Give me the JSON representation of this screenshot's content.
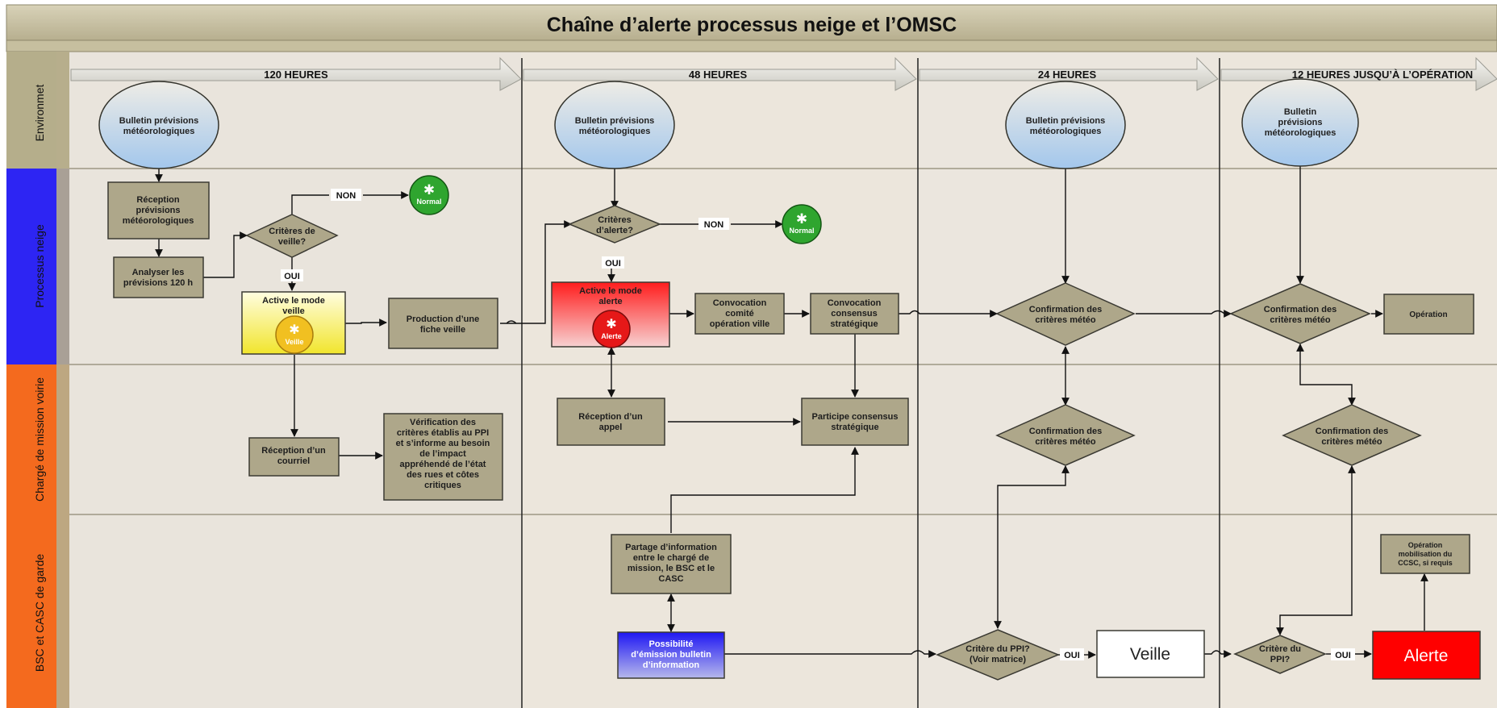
{
  "title": "Chaîne d’alerte processus neige et l’OMSC",
  "phases": [
    "120 HEURES",
    "48 HEURES",
    "24 HEURES",
    "12 HEURES JUSQU’À L’OPÉRATION"
  ],
  "lanes": [
    "Environmet",
    "Processus neige",
    "Chargé de mission voirie",
    "BSC et CASC de garde"
  ],
  "colors": {
    "lane_env": "#b4ad87",
    "lane_neige": "#2e27f2",
    "lane_voirie": "#f46a1e",
    "lane_bsc": "#f46a1e",
    "box_fill": "#aea78a",
    "box_stroke": "#3b3a33",
    "bulletin_top": "#e8e6df",
    "bulletin_bottom": "#a6c9ec",
    "alerte_red": "#ff0000",
    "veille_yellow": "#f3ea3a",
    "normal_green": "#2fa52f",
    "bg": "#ece6dc",
    "header": "#c9c2a4"
  },
  "nodes": {
    "bulletin_120": [
      "Bulletin prévisions",
      "météorologiques"
    ],
    "bulletin_48": [
      "Bulletin prévisions",
      "météorologiques"
    ],
    "bulletin_24": [
      "Bulletin prévisions",
      "météorologiques"
    ],
    "bulletin_12": [
      "Bulletin",
      "prévisions",
      "météorologiques"
    ],
    "reception_previsions": [
      "Réception",
      "prévisions",
      "météorologiques"
    ],
    "analyser": [
      "Analyser les",
      "prévisions 120 h"
    ],
    "criteres_veille": [
      "Critères de",
      "veille?"
    ],
    "active_veille": [
      "Active le mode",
      "veille"
    ],
    "production_fiche": [
      "Production d’une",
      "fiche veille"
    ],
    "reception_courriel": [
      "Réception d’un",
      "courriel"
    ],
    "verification": [
      "Vérification des",
      "critères établis au PPI",
      "et s’informe au besoin",
      "de l’impact",
      "appréhendé de l’état",
      "des rues et côtes",
      "critiques"
    ],
    "criteres_alerte": [
      "Critères",
      "d’alerte?"
    ],
    "active_alerte": [
      "Active le mode",
      "alerte"
    ],
    "convocation_comite": [
      "Convocation",
      "comité",
      "opération ville"
    ],
    "convocation_consensus": [
      "Convocation",
      "consensus",
      "stratégique"
    ],
    "reception_appel": [
      "Réception d’un",
      "appel"
    ],
    "participe_consensus": [
      "Participe consensus",
      "stratégique"
    ],
    "partage_info": [
      "Partage d’information",
      "entre le chargé de",
      "mission, le BSC et le",
      "CASC"
    ],
    "possibilite": [
      "Possibilité",
      "d’émission bulletin",
      "d’information"
    ],
    "confirmation_24_neige": [
      "Confirmation des",
      "critères météo"
    ],
    "confirmation_24_voirie": [
      "Confirmation des",
      "critères météo"
    ],
    "critere_ppi_24": [
      "Critère du PPI?",
      "(Voir matrice)"
    ],
    "veille_box": [
      "Veille"
    ],
    "confirmation_12_neige": [
      "Confirmation des",
      "critères météo"
    ],
    "operation": [
      "Opération"
    ],
    "confirmation_12_voirie": [
      "Confirmation des",
      "critères météo"
    ],
    "operation_mobilisation": [
      "Opération",
      "mobilisation du",
      "CCSC, si requis"
    ],
    "critere_ppi_12": [
      "Critère du",
      "PPI?"
    ],
    "alerte_box": [
      "Alerte"
    ]
  },
  "badges": {
    "normal": "Normal",
    "veille": "Veille",
    "alerte": "Alerte"
  },
  "edge_labels": {
    "non": "NON",
    "oui": "OUI"
  }
}
